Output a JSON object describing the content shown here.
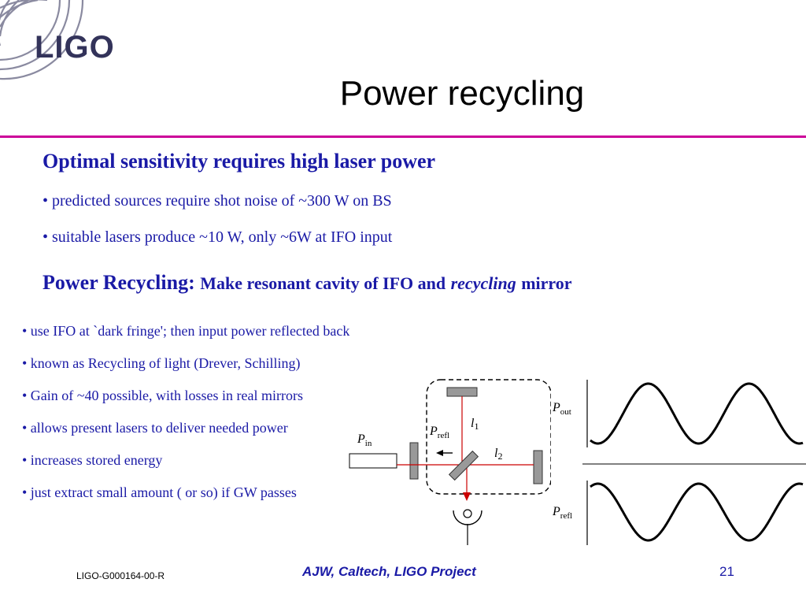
{
  "logo": {
    "text": "LIGO"
  },
  "slide": {
    "title": "Power recycling",
    "heading1": "Optimal sensitivity requires high laser power",
    "bullets1": [
      "• predicted sources require shot noise of ~300 W on BS",
      "• suitable lasers produce ~10 W, only ~6W at IFO input"
    ],
    "heading2": {
      "lead": "Power Recycling:",
      "part1": "Make resonant cavity of IFO and",
      "italic": "recycling",
      "part2": "mirror"
    },
    "bullets2": [
      "• use IFO at `dark fringe'; then input power reflected  back",
      "• known as Recycling of light (Drever, Schilling)",
      "• Gain of ~40 possible, with losses in real mirrors",
      "• allows present lasers to deliver needed power",
      "• increases stored energy",
      "• just extract small amount ( or so) if GW passes"
    ]
  },
  "diagram": {
    "p_in": {
      "symbol": "P",
      "sub": "in"
    },
    "p_refl": {
      "symbol": "P",
      "sub": "refl"
    },
    "l1": {
      "symbol": "l",
      "sub": "1"
    },
    "l2": {
      "symbol": "l",
      "sub": "2"
    }
  },
  "plots": {
    "top_label": {
      "symbol": "P",
      "sub": "out"
    },
    "bottom_label": {
      "symbol": "P",
      "sub": "refl"
    }
  },
  "footer": {
    "left": "LIGO-G000164-00-R",
    "center": "AJW, Caltech, LIGO Project",
    "page": "21"
  },
  "colors": {
    "accent_rule": "#cc0099",
    "text_blue": "#1a1aa6",
    "beam_red": "#cc0000"
  }
}
